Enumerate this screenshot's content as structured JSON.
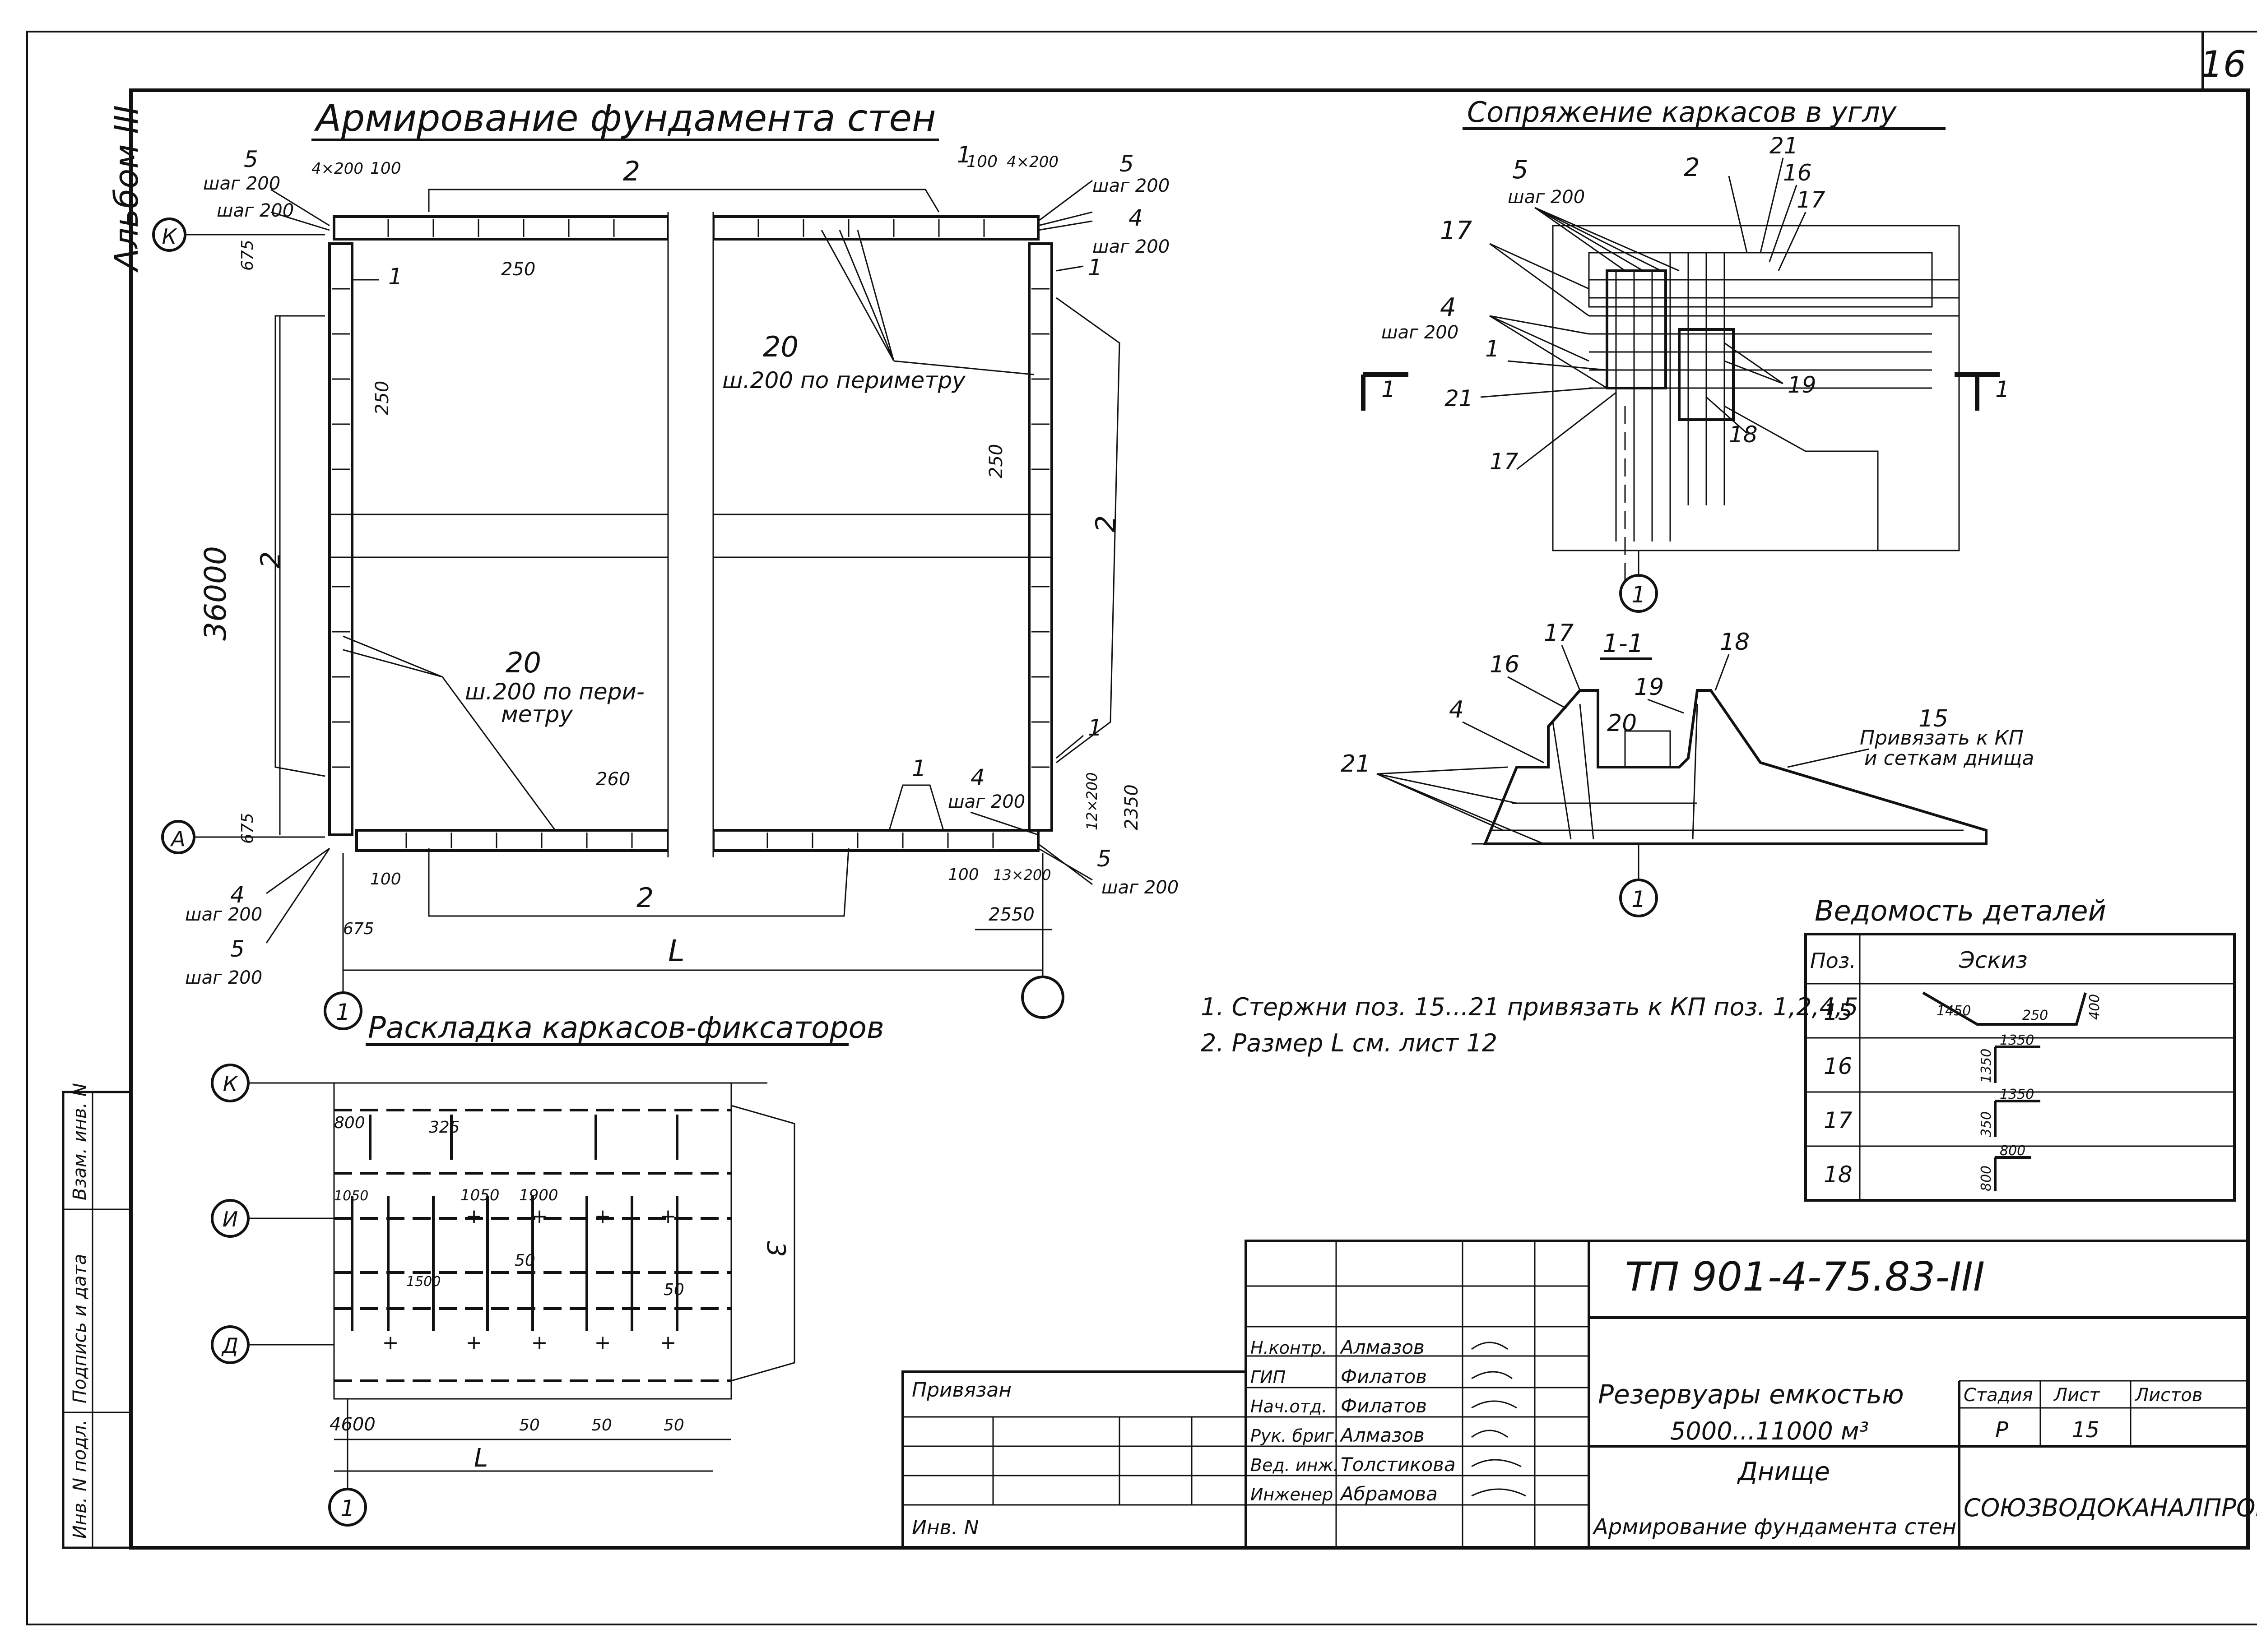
{
  "sheet": {
    "number": "16",
    "album": "Альбом III",
    "margin_stamps": [
      "Инв. N подл.",
      "Подпись и дата",
      "Взам. инв. N"
    ]
  },
  "plan": {
    "title": "Армирование фундамента стен",
    "marks": {
      "pos1": "1",
      "pos2": "2",
      "pos4": "4",
      "pos5": "5",
      "pos20": "20",
      "step200": "шаг 200",
      "perimeter1": "ш.200 по периметру",
      "perimeter2_a": "ш.200 по пери-",
      "perimeter2_b": "метру"
    },
    "dims": {
      "d4x200": "4×200",
      "d100": "100",
      "d250": "250",
      "d260": "260",
      "d675": "675",
      "d36000": "36000",
      "dL": "L",
      "d2350": "2350",
      "d2550": "2550",
      "d13x200": "13×200",
      "d12x200": "12×200"
    },
    "axes": {
      "K": "К",
      "A": "А",
      "one": "1"
    }
  },
  "corner": {
    "title": "Сопряжение каркасов в углу",
    "labels": [
      "5",
      "шаг 200",
      "2",
      "21",
      "16",
      "17",
      "17",
      "4",
      "шаг 200",
      "1",
      "21",
      "17",
      "19",
      "18",
      "1",
      "1"
    ],
    "axis": "1"
  },
  "section": {
    "title": "1-1",
    "labels": {
      "p17": "17",
      "p18": "18",
      "p16": "16",
      "p19": "19",
      "p4": "4",
      "p20": "20",
      "p21": "21",
      "p15": "15"
    },
    "note_a": "Привязать к КП",
    "note_b": "и сеткам днища",
    "axis": "1"
  },
  "fixators": {
    "title": "Раскладка каркасов-фиксаторов",
    "axes": [
      "К",
      "И",
      "Д",
      "1"
    ],
    "dims": [
      "800",
      "325",
      "1050",
      "1900",
      "1050",
      "50",
      "50",
      "1500",
      "4600",
      "50",
      "50",
      "50",
      "L",
      "3"
    ]
  },
  "notes": [
    "1. Стержни поз. 15...21 привязать к КП поз. 1,2,4,5",
    "2. Размер L см. лист 12"
  ],
  "details_table": {
    "title": "Ведомость деталей",
    "headers": [
      "Поз.",
      "Эскиз"
    ],
    "rows": [
      {
        "pos": "15",
        "dims": [
          "1450",
          "250",
          "400"
        ]
      },
      {
        "pos": "16",
        "dims": [
          "1350",
          "1350"
        ]
      },
      {
        "pos": "17",
        "dims": [
          "1350",
          "350"
        ]
      },
      {
        "pos": "18",
        "dims": [
          "800",
          "800"
        ]
      }
    ]
  },
  "title_block": {
    "code": "ТП 901-4-75.83-III",
    "linked_label": "Привязан",
    "inv_label": "Инв. N",
    "staff": [
      {
        "role": "Н.контр.",
        "name": "Алмазов"
      },
      {
        "role": "ГИП",
        "name": "Филатов"
      },
      {
        "role": "Нач.отд.",
        "name": "Филатов"
      },
      {
        "role": "Рук. бриг.",
        "name": "Алмазов"
      },
      {
        "role": "Вед. инж.",
        "name": "Толстикова"
      },
      {
        "role": "Инженер",
        "name": "Абрамова"
      }
    ],
    "project_line1": "Резервуары емкостью",
    "project_line2": "5000...11000 м³",
    "sheet_subject": "Днище",
    "sheet_title": "Армирование фундамента стен.",
    "stage_label": "Стадия",
    "sheet_label": "Лист",
    "sheets_label": "Листов",
    "stage": "Р",
    "sheet": "15",
    "sheets": "",
    "org": "СОЮЗВОДОКАНАЛПРОЕКТ"
  }
}
